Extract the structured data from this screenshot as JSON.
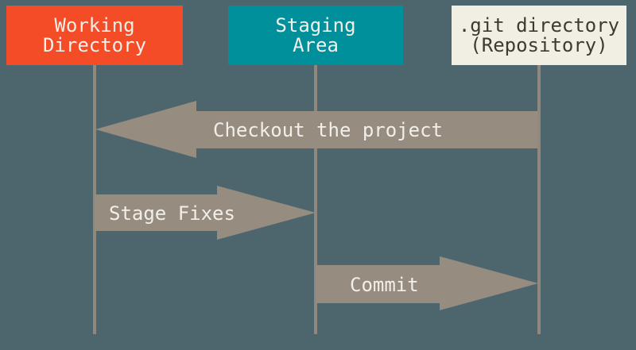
{
  "diagram": {
    "columns": [
      {
        "id": "working-directory",
        "label_line1": "Working",
        "label_line2": "Directory",
        "fill": "#F34C27",
        "text_color": "#F2EFE9"
      },
      {
        "id": "staging-area",
        "label_line1": "Staging",
        "label_line2": "Area",
        "fill": "#00909B",
        "text_color": "#F2EFE9"
      },
      {
        "id": "git-directory",
        "label_line1": ".git directory",
        "label_line2": "(Repository)",
        "fill": "#F1EEE4",
        "text_color": "#3E3933"
      }
    ],
    "arrows": [
      {
        "id": "checkout",
        "label": "Checkout the project",
        "direction": "left",
        "from": ".git directory (Repository)",
        "to": "Working Directory"
      },
      {
        "id": "stage-fixes",
        "label": "Stage Fixes",
        "direction": "right",
        "from": "Working Directory",
        "to": "Staging Area"
      },
      {
        "id": "commit",
        "label": "Commit",
        "direction": "right",
        "from": "Staging Area",
        "to": ".git directory (Repository)"
      }
    ],
    "colors": {
      "background": "#4D666E",
      "arrow": "#968C80",
      "lifeline": "#91887D",
      "arrow_text": "#F2EFE9"
    }
  }
}
